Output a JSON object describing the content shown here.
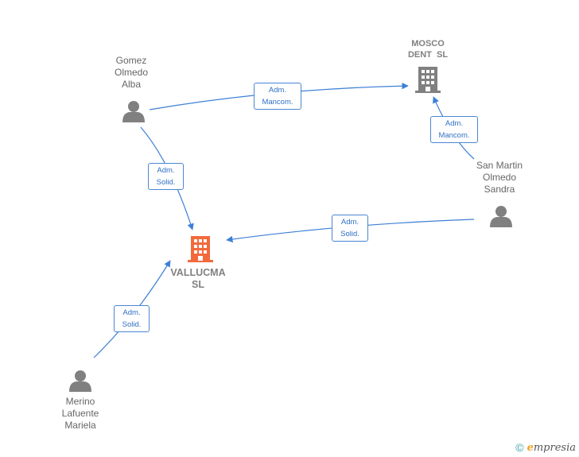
{
  "nodes": {
    "gomez": {
      "lines": [
        "Gomez",
        "Olmedo",
        "Alba"
      ],
      "kind": "person"
    },
    "mosco": {
      "lines": [
        "MOSCO",
        "DENT  SL"
      ],
      "kind": "company"
    },
    "sanmartin": {
      "lines": [
        "San Martin",
        "Olmedo",
        "Sandra"
      ],
      "kind": "person"
    },
    "vallucma": {
      "lines": [
        "VALLUCMA",
        "SL"
      ],
      "kind": "company-main"
    },
    "merino": {
      "lines": [
        "Merino",
        "Lafuente",
        "Mariela"
      ],
      "kind": "person"
    }
  },
  "edges": [
    {
      "id": "gomez-mosco",
      "label": [
        "Adm.",
        "Mancom."
      ]
    },
    {
      "id": "sanmartin-mosco",
      "label": [
        "Adm.",
        "Mancom."
      ]
    },
    {
      "id": "gomez-vallucma",
      "label": [
        "Adm.",
        "Solid."
      ]
    },
    {
      "id": "sanmartin-vallucma",
      "label": [
        "Adm.",
        "Solid."
      ]
    },
    {
      "id": "merino-vallucma",
      "label": [
        "Adm.",
        "Solid."
      ]
    }
  ],
  "colors": {
    "edge": "#3d7fd6",
    "person_icon": "#808080",
    "company_icon": "#808080",
    "main_company_icon": "#f26a3c"
  },
  "footer": {
    "copyright": "©",
    "brand_initial": "e",
    "brand_rest": "mpresia"
  }
}
